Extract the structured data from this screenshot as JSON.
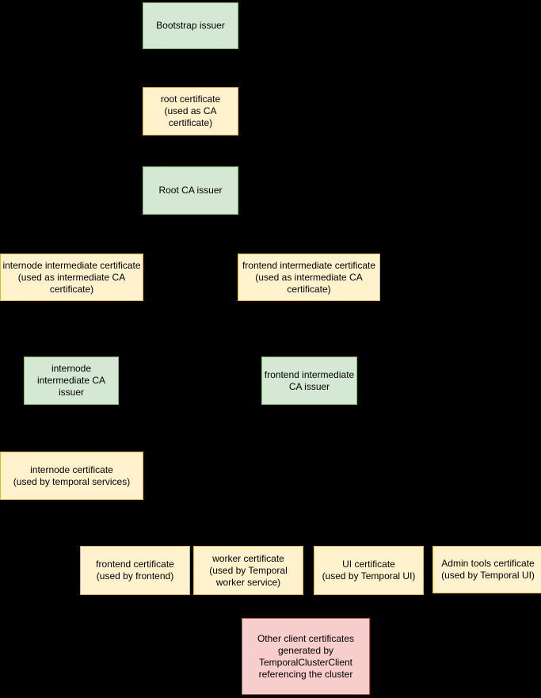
{
  "colors": {
    "background": "#000000",
    "issuer_fill": "#d5e8d4",
    "issuer_border": "#82b366",
    "certificate_fill": "#fff2cc",
    "certificate_border": "#d6b656",
    "client_fill": "#f8cecc",
    "client_border": "#b85450",
    "text": "#000000"
  },
  "nodes": {
    "bootstrap_issuer": {
      "type": "issuer",
      "label": "Bootstrap issuer"
    },
    "root_certificate": {
      "type": "certificate",
      "label": "root certificate\n(used as CA\ncertificate)"
    },
    "root_ca_issuer": {
      "type": "issuer",
      "label": "Root CA issuer"
    },
    "internode_intermediate_certificate": {
      "type": "certificate",
      "label": "internode intermediate certificate\n(used as intermediate CA\ncertificate)"
    },
    "frontend_intermediate_certificate": {
      "type": "certificate",
      "label": "frontend intermediate certificate\n(used as intermediate CA\ncertificate)"
    },
    "internode_intermediate_ca_issuer": {
      "type": "issuer",
      "label": "internode\nintermediate CA\nissuer"
    },
    "frontend_intermediate_ca_issuer": {
      "type": "issuer",
      "label": "frontend intermediate\nCA issuer"
    },
    "internode_certificate": {
      "type": "certificate",
      "label": "internode certificate\n(used by temporal services)"
    },
    "frontend_certificate": {
      "type": "certificate",
      "label": "frontend certificate\n(used by frontend)"
    },
    "worker_certificate": {
      "type": "certificate",
      "label": "worker certificate\n(used by Temporal\nworker service)"
    },
    "ui_certificate": {
      "type": "certificate",
      "label": "UI certificate\n(used by Temporal UI)"
    },
    "admin_tools_certificate": {
      "type": "certificate",
      "label": "Admin tools certificate\n(used by Temporal UI)"
    },
    "other_client_certificates": {
      "type": "client",
      "label": "Other client certificates\ngenerated by\nTemporalClusterClient\nreferencing the cluster"
    }
  }
}
